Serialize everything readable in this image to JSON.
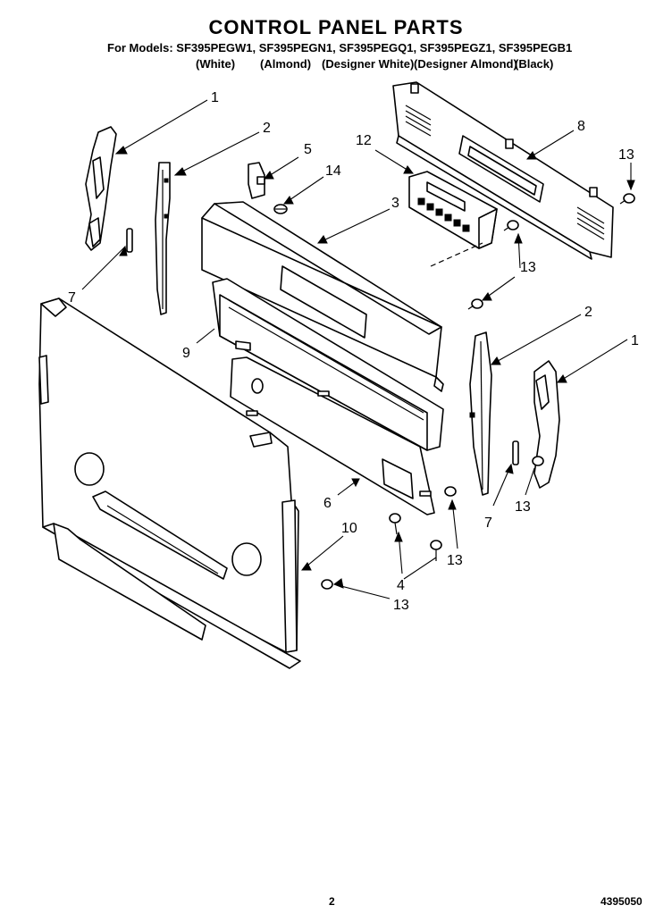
{
  "header": {
    "title": "CONTROL PANEL PARTS",
    "models": "For Models: SF395PEGW1, SF395PEGN1, SF395PEGQ1, SF395PEGZ1, SF395PEGB1",
    "colors": [
      "(White)",
      "(Almond)",
      "(Designer White)",
      "(Designer Almond)",
      "(Black)"
    ]
  },
  "callouts": {
    "c1_top": "1",
    "c2_top": "2",
    "c5": "5",
    "c14": "14",
    "c12": "12",
    "c8": "8",
    "c13_tr": "13",
    "c3": "3",
    "c7_left": "7",
    "c13_mid": "13",
    "c9": "9",
    "c2_right": "2",
    "c1_right": "1",
    "c6": "6",
    "c7_right": "7",
    "c13_right": "13",
    "c10": "10",
    "c13_low": "13",
    "c4": "4",
    "c13_bottom": "13"
  },
  "footer": {
    "page": "2",
    "doc": "4395050"
  }
}
